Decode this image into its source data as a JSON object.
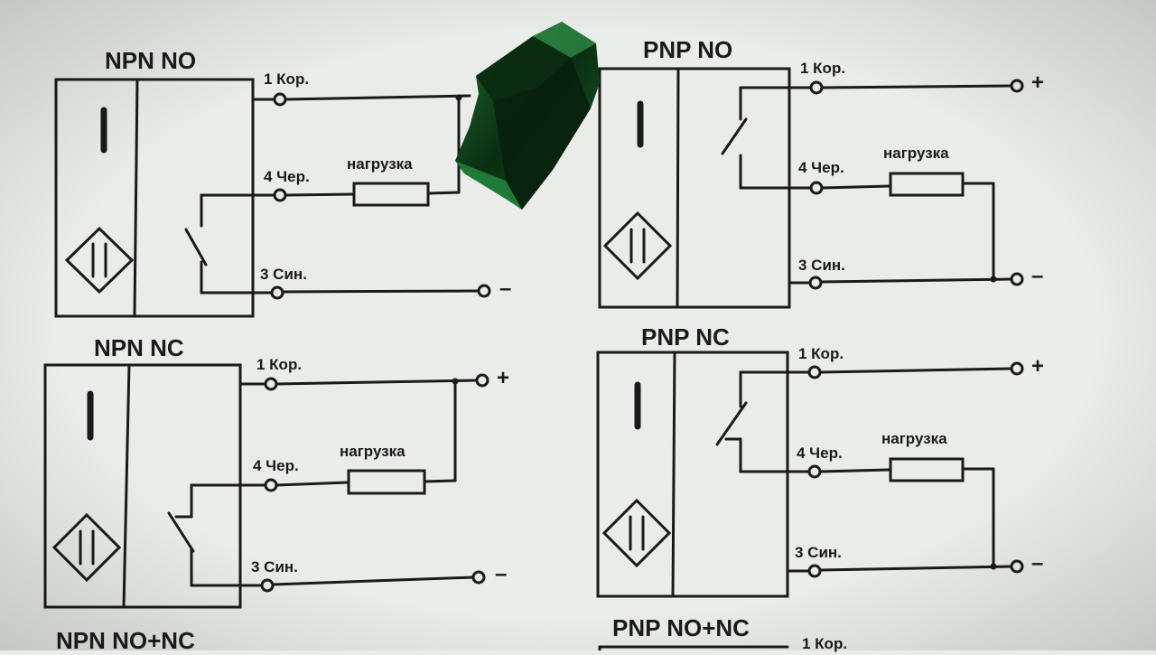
{
  "diagrams": [
    {
      "title": "NPN NO",
      "pins": [
        {
          "label": "1 Кор."
        },
        {
          "label": "4 Чер."
        },
        {
          "label": "3 Син."
        }
      ],
      "load_label": "нагрузка",
      "minus_label": "–"
    },
    {
      "title": "PNP NO",
      "pins": [
        {
          "label": "1 Кор."
        },
        {
          "label": "4 Чер."
        },
        {
          "label": "3 Син."
        }
      ],
      "load_label": "нагрузка",
      "plus_label": "+",
      "minus_label": "–"
    },
    {
      "title": "NPN NC",
      "pins": [
        {
          "label": "1 Кор."
        },
        {
          "label": "4 Чер."
        },
        {
          "label": "3 Син."
        }
      ],
      "load_label": "нагрузка",
      "plus_label": "+",
      "minus_label": "–"
    },
    {
      "title": "PNP NC",
      "pins": [
        {
          "label": "1 Кор."
        },
        {
          "label": "4 Чер."
        },
        {
          "label": "3 Син."
        }
      ],
      "load_label": "нагрузка",
      "plus_label": "+",
      "minus_label": "–"
    },
    {
      "title": "NPN NO+NC"
    },
    {
      "title": "PNP NO+NC",
      "pins": [
        {
          "label": "1 Кор."
        }
      ]
    }
  ],
  "colors": {
    "paper": "#e9ece8",
    "ink": "#1a1a1a",
    "connector": "#0b3d16"
  },
  "icons": [
    "inductive-sensor-icon",
    "connector-object-icon"
  ]
}
